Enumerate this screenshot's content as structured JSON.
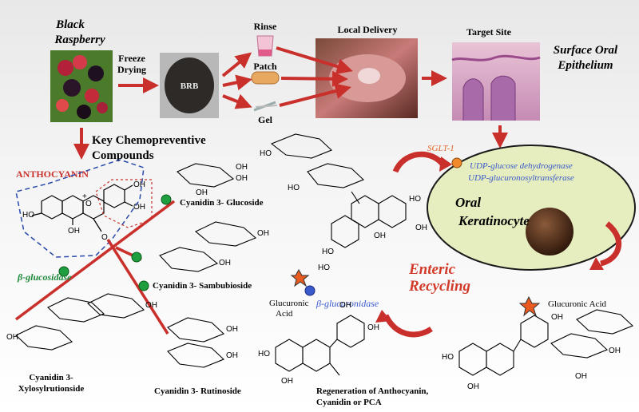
{
  "labels": {
    "black_raspberry_1": "Black",
    "black_raspberry_2": "Raspberry",
    "freeze": "Freeze",
    "drying": "Drying",
    "brb": "BRB",
    "rinse": "Rinse",
    "patch": "Patch",
    "gel": "Gel",
    "local_delivery": "Local Delivery",
    "target_site": "Target Site",
    "surface_oral": "Surface Oral",
    "epithelium": "Epithelium",
    "key_compounds_1": "Key Chemopreventive",
    "key_compounds_2": "Compounds",
    "anthocyanin": "ANTHOCYANIN",
    "beta_glucosidase": "β-glucosidase",
    "cyanidin_glucoside": "Cyanidin 3- Glucoside",
    "cyanidin_sambubioside": "Cyanidin 3- Sambubioside",
    "cyanidin_rutinoside": "Cyanidin 3- Rutinoside",
    "cyanidin_xylo_1": "Cyanidin 3-",
    "cyanidin_xylo_2": "Xylosylrutionside",
    "sglt1": "SGLT-1",
    "udp_dehydrogenase": "UDP-glucose dehydrogenase",
    "udp_transferase": "UDP-glucuronosyltransferase",
    "oral": "Oral",
    "keratinocyte": "Keratinocyte",
    "enteric": "Enteric",
    "recycling": "Recycling",
    "glucuronic": "Glucuronic",
    "acid": "Acid",
    "beta_glucuronidase": "β-glucuronidase",
    "glucuronic_acid": "Glucuronic Acid",
    "regeneration_1": "Regeneration of Anthocyanin,",
    "regeneration_2": "Cyanidin or PCA"
  },
  "atoms": {
    "oh": "OH",
    "ho": "HO",
    "o": "O",
    "plus": "+"
  },
  "colors": {
    "arrow": "#c9302c",
    "enzyme_green": "#1e9e3e",
    "enzyme_blue": "#3a5acc",
    "cell_fill": "#e6edbe",
    "sglt_orange": "#f08a2a"
  }
}
